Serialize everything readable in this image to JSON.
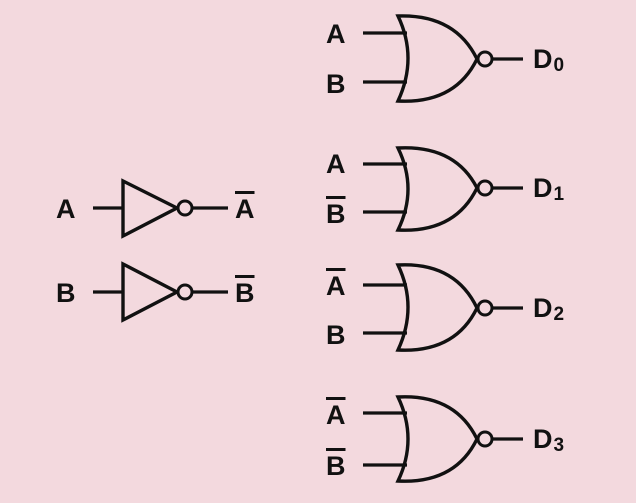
{
  "diagram": {
    "title": "",
    "background": "#f3d9de",
    "stroke": "#111111",
    "inverters": [
      {
        "input": "A",
        "output": "A",
        "output_negated": true
      },
      {
        "input": "B",
        "output": "B",
        "output_negated": true
      }
    ],
    "gates": [
      {
        "type": "NOR",
        "inputs": [
          {
            "label": "A",
            "negated": false
          },
          {
            "label": "B",
            "negated": false
          }
        ],
        "output": {
          "letter": "D",
          "subscript": "0"
        }
      },
      {
        "type": "NOR",
        "inputs": [
          {
            "label": "A",
            "negated": false
          },
          {
            "label": "B",
            "negated": true
          }
        ],
        "output": {
          "letter": "D",
          "subscript": "1"
        }
      },
      {
        "type": "NOR",
        "inputs": [
          {
            "label": "A",
            "negated": true
          },
          {
            "label": "B",
            "negated": false
          }
        ],
        "output": {
          "letter": "D",
          "subscript": "2"
        }
      },
      {
        "type": "NOR",
        "inputs": [
          {
            "label": "A",
            "negated": true
          },
          {
            "label": "B",
            "negated": true
          }
        ],
        "output": {
          "letter": "D",
          "subscript": "3"
        }
      }
    ]
  }
}
